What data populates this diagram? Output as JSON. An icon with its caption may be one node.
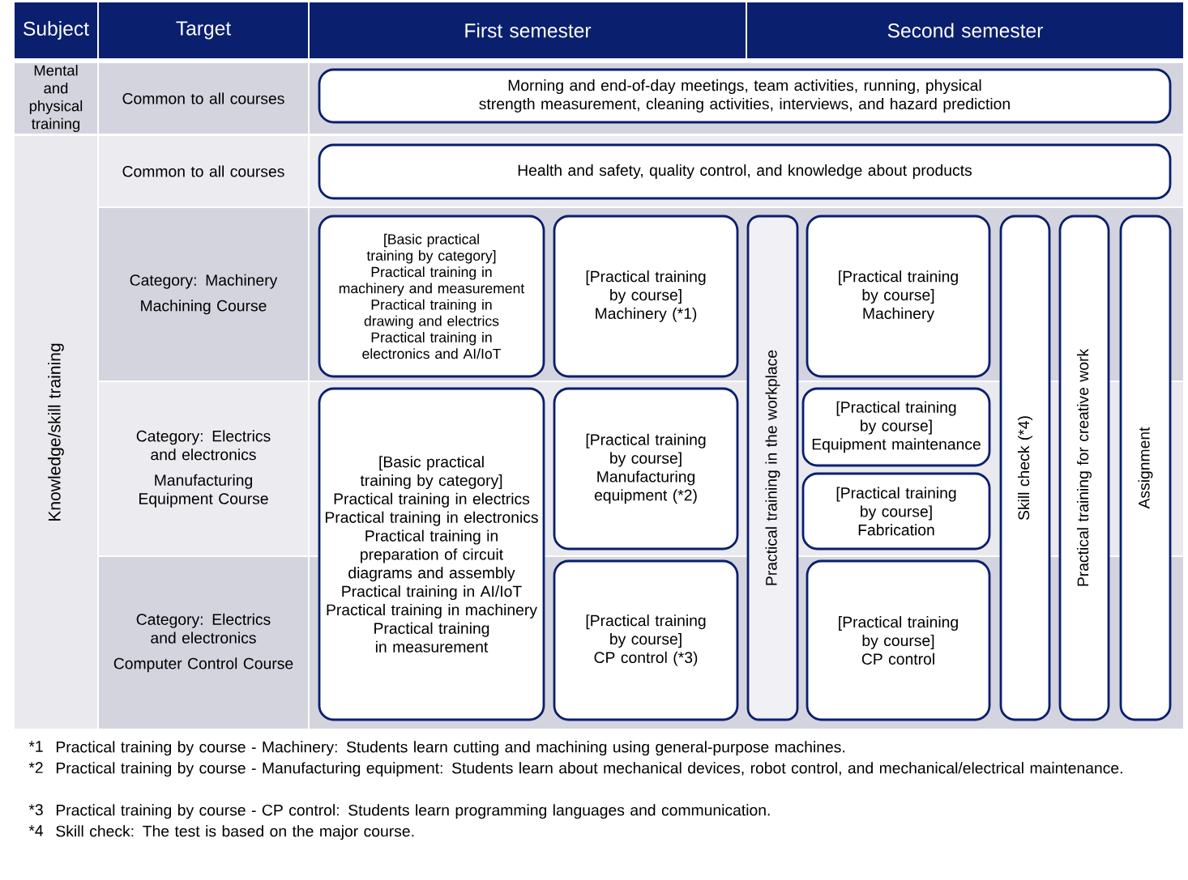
{
  "diagram": {
    "nodes": [
      {
        "text": [
          "Subject"
        ]
      },
      {
        "text": [
          "Target"
        ]
      },
      {
        "text": [
          "First semester"
        ]
      },
      {
        "text": [
          "Second semester"
        ]
      },
      {
        "text": [
          "Mental and physical training"
        ]
      },
      {
        "text": [
          "Knowledge/skill training"
        ]
      },
      {
        "text": [
          "Common to all courses"
        ]
      },
      {
        "text": [
          "Common to all courses"
        ]
      },
      {
        "text": [
          "Category: Machinery",
          "Machining Course"
        ]
      },
      {
        "text": [
          "Category: Electrics and electronics",
          "Manufacturing Equipment Course"
        ]
      },
      {
        "text": [
          "Category: Electrics and electronics",
          "Computer Control Course"
        ]
      },
      {
        "text": [
          "Morning and end-of-day meetings, team activities, running, physical strength measurement, cleaning activities, interviews, and hazard prediction"
        ]
      },
      {
        "text": [
          "Health and safety, quality control, and knowledge about products"
        ]
      },
      {
        "text": [
          "[Basic practical training by category]",
          "Practical training in machinery and measurement",
          "Practical training in drawing and electrics",
          "Practical training in electronics and AI/IoT"
        ]
      },
      {
        "text": [
          "[Practical training by course]",
          "Machinery (*1)"
        ]
      },
      {
        "text": [
          "Practical training in the workplace"
        ]
      },
      {
        "text": [
          "[Practical training by course]",
          "Machinery"
        ]
      },
      {
        "text": [
          "Skill check (*4)"
        ]
      },
      {
        "text": [
          "Practical training for creative work"
        ]
      },
      {
        "text": [
          "Assignment"
        ]
      },
      {
        "text": [
          "[Basic practical training by category]",
          "Practical training in electrics",
          "Practical training in electronics",
          "Practical training in preparation of circuit diagrams and assembly",
          "Practical training in AI/IoT",
          "Practical training in machinery",
          "Practical training in measurement"
        ]
      },
      {
        "text": [
          "[Practical training by course]",
          "Manufacturing equipment (*2)"
        ]
      },
      {
        "text": [
          "[Practical training by course]",
          "Equipment maintenance"
        ]
      },
      {
        "text": [
          "[Practical training by course]",
          "Fabrication"
        ]
      },
      {
        "text": [
          "[Practical training by course]",
          "CP control (*3)"
        ]
      },
      {
        "text": [
          "[Practical training by course]",
          "CP control"
        ]
      }
    ],
    "edges": [],
    "labels": [
      "*1",
      "Practical training by course - Machinery: Students learn cutting and machining using general-purpose machines.",
      "*2",
      "Practical training by course - Manufacturing equipment: Students learn about mechanical devices, robot control, and mechanical/electrical maintenance.",
      "*3",
      "Practical training by course - CP control: Students learn programming languages and communication.",
      "*4",
      "Skill check: The test is based on the major course."
    ]
  }
}
